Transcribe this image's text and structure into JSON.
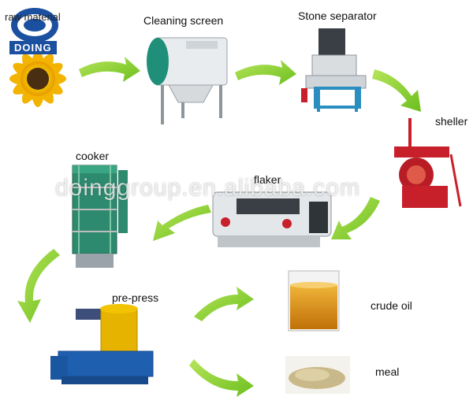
{
  "logo": {
    "brand": "DOING"
  },
  "nodes": {
    "raw_material": "raw material",
    "cleaning_screen": "Cleaning screen",
    "stone_separator": "Stone separator",
    "sheller": "sheller",
    "flaker": "flaker",
    "cooker": "cooker",
    "pre_press": "pre-press",
    "crude_oil": "crude oil",
    "meal": "meal"
  },
  "watermark": "doinggroup.en.alibaba.com",
  "colors": {
    "arrow": "#8ccf2a",
    "brand_blue": "#1b4fa0",
    "machine_teal": "#1f8f7a",
    "sheller_red": "#c8202a",
    "oil": "#d88a10"
  }
}
